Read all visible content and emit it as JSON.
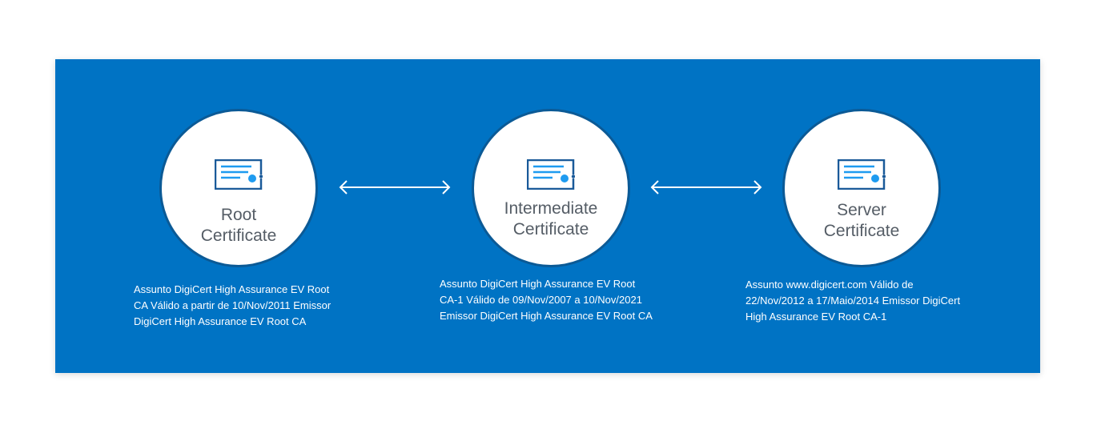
{
  "nodes": [
    {
      "title_lines": [
        "Root",
        "Certificate"
      ],
      "desc_lines": [
        "Assunto DigiCert High Assurance EV Root",
        "CA Válido a partir de 10/Nov/2011 Emissor",
        "DigiCert High Assurance EV Root CA"
      ]
    },
    {
      "title_lines": [
        "Intermediate",
        "Certificate"
      ],
      "desc_lines": [
        "Assunto DigiCert High Assurance EV Root",
        "CA-1 Válido de 09/Nov/2007 a 10/Nov/2021",
        "Emissor DigiCert High Assurance EV Root CA"
      ]
    },
    {
      "title_lines": [
        "Server",
        "Certificate"
      ],
      "desc_lines": [
        "Assunto www.digicert.com Válido de",
        "22/Nov/2012 a 17/Maio/2014 Emissor DigiCert",
        "High Assurance EV Root CA-1"
      ]
    }
  ],
  "colors": {
    "background": "#0073c4",
    "circle_border": "#0b5a96",
    "icon_frame": "#1a5a99",
    "icon_lines": "#1e9bf0"
  },
  "icons": {
    "certificate": "certificate-icon",
    "arrow": "double-arrow-icon"
  }
}
